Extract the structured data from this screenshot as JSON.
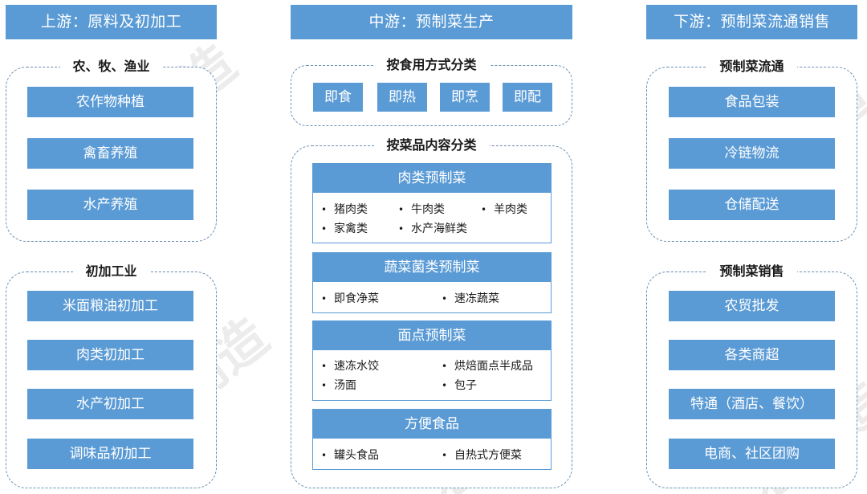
{
  "upstream": {
    "header": "上游：原料及初加工",
    "group1": {
      "title": "农、牧、渔业",
      "items": [
        "农作物种植",
        "禽畜养殖",
        "水产养殖"
      ]
    },
    "group2": {
      "title": "初加工业",
      "items": [
        "米面粮油初加工",
        "肉类初加工",
        "水产初加工",
        "调味品初加工"
      ]
    }
  },
  "midstream": {
    "header": "中游：预制菜生产",
    "by_method": {
      "title": "按食用方式分类",
      "items": [
        "即食",
        "即热",
        "即烹",
        "即配"
      ]
    },
    "by_content": {
      "title": "按菜品内容分类",
      "categories": [
        {
          "title": "肉类预制菜",
          "items": [
            "猪肉类",
            "牛肉类",
            "羊肉类",
            "家禽类",
            "水产海鲜类"
          ]
        },
        {
          "title": "蔬菜菌类预制菜",
          "items": [
            "即食净菜",
            "速冻蔬菜"
          ]
        },
        {
          "title": "面点预制菜",
          "items": [
            "速冻水饺",
            "烘焙面点半成品",
            "汤面",
            "包子"
          ]
        },
        {
          "title": "方便食品",
          "items": [
            "罐头食品",
            "自热式方便菜"
          ]
        }
      ]
    }
  },
  "downstream": {
    "header": "下游：预制菜流通销售",
    "group1": {
      "title": "预制菜流通",
      "items": [
        "食品包装",
        "冷链物流",
        "仓储配送"
      ]
    },
    "group2": {
      "title": "预制菜销售",
      "items": [
        "农贸批发",
        "各类商超",
        "特通（酒店、餐饮）",
        "电商、社区团购"
      ]
    }
  },
  "colors": {
    "accent": "#5b9bd5",
    "dashed_border": "#6a8fb2",
    "watermark": "#c8c8c8"
  },
  "watermark": {
    "text": "石创造",
    "icon": "flame-logo-icon"
  }
}
